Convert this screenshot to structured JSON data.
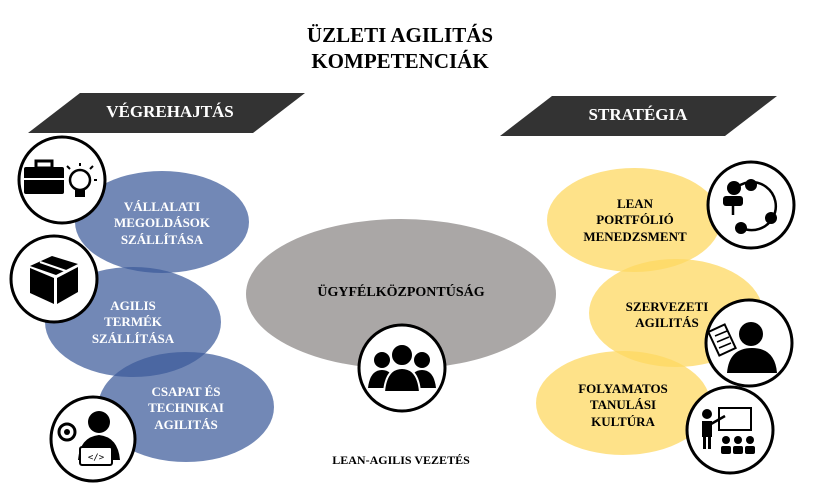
{
  "title": "ÜZLETI AGILITÁS\nKOMPETENCIÁK",
  "banners": {
    "left": "VÉGREHAJTÁS",
    "right": "STRATÉGIA"
  },
  "left_items": [
    {
      "label": "VÁLLALATI\nMEGOLDÁSOK\nSZÁLLÍTÁSA",
      "icon": "briefcase-lightbulb-icon"
    },
    {
      "label": "AGILIS\nTERMÉK\nSZÁLLÍTÁSA",
      "icon": "package-box-icon"
    },
    {
      "label": "CSAPAT ÉS\nTECHNIKAI\nAGILITÁS",
      "icon": "developer-laptop-icon"
    }
  ],
  "center": {
    "label": "ÜGYFÉLKÖZPONTÚSÁG",
    "icon": "customer-group-icon"
  },
  "right_items": [
    {
      "label": "LEAN\nPORTFÓLIÓ\nMENEDZSMENT",
      "icon": "network-people-icon"
    },
    {
      "label": "SZERVEZETI\nAGILITÁS",
      "icon": "person-checklist-icon"
    },
    {
      "label": "FOLYAMATOS\nTANULÁSI\nKULTÚRA",
      "icon": "teacher-class-icon"
    }
  ],
  "footer": "LEAN-AGILIS VEZETÉS",
  "colors": {
    "blue": "#3c5a9a",
    "yellow": "#fdd862",
    "gray": "#aaa7a6",
    "banner": "#333333"
  }
}
